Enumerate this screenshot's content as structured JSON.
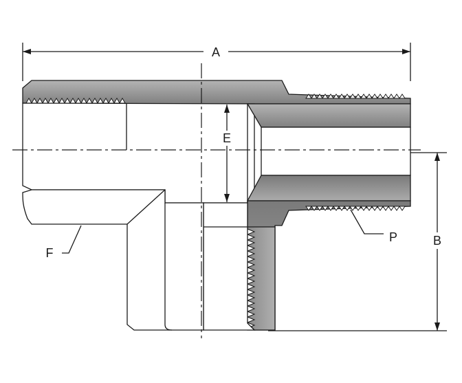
{
  "diagram": {
    "labels": {
      "overall_length": "A",
      "height": "B",
      "bore": "E",
      "female_end": "F",
      "male_end": "P"
    },
    "colors": {
      "outline": "#1a1a1a",
      "section_fill": "#8f8f8f",
      "section_fill_light": "#a8a8a8",
      "body_fill": "#ffffff"
    }
  }
}
